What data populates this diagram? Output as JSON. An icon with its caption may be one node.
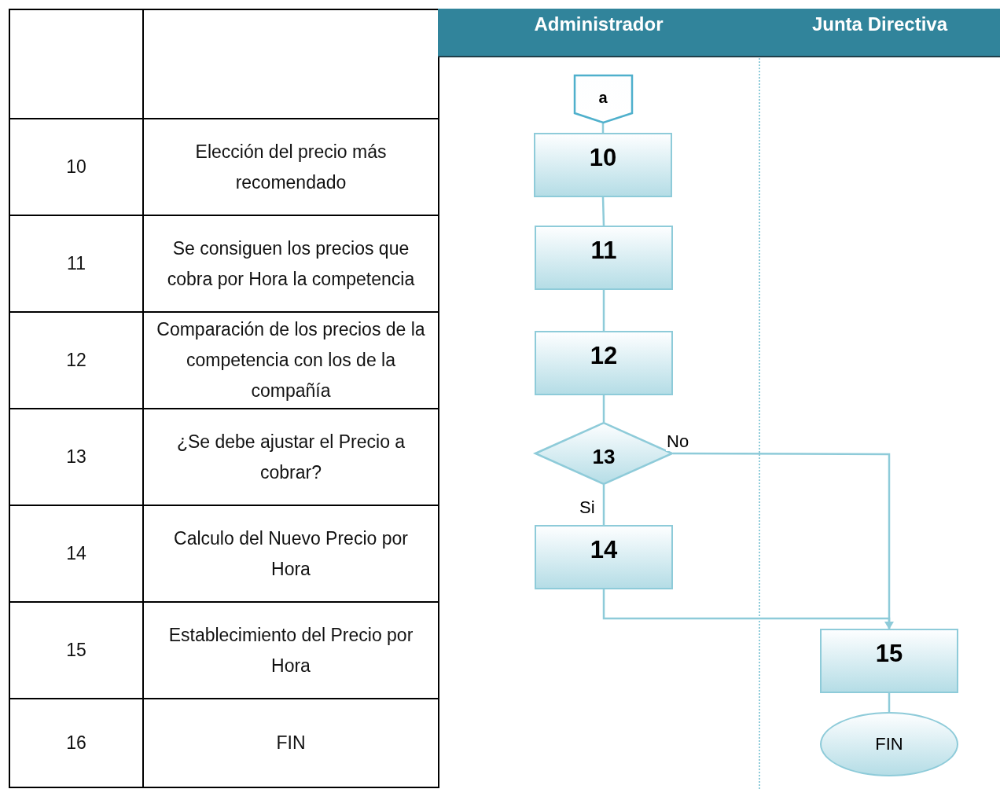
{
  "diagram": {
    "nodes": [
      {
        "text": [
          "Administrador"
        ]
      },
      {
        "text": [
          "Junta Directiva"
        ]
      },
      {
        "text": [
          "a"
        ]
      },
      {
        "text": [
          "10"
        ]
      },
      {
        "text": [
          "11"
        ]
      },
      {
        "text": [
          "12"
        ]
      },
      {
        "text": [
          "13"
        ]
      },
      {
        "text": [
          "14"
        ]
      },
      {
        "text": [
          "15"
        ]
      },
      {
        "text": [
          "FIN"
        ]
      }
    ],
    "edges": [
      {
        "from": 2,
        "to": 3,
        "arrow": "none"
      },
      {
        "from": 3,
        "to": 4,
        "arrow": "none"
      },
      {
        "from": 4,
        "to": 5,
        "arrow": "none"
      },
      {
        "from": 5,
        "to": 6,
        "arrow": "none"
      },
      {
        "from": 6,
        "to": 7,
        "arrow": "none",
        "label": "Si"
      },
      {
        "from": 6,
        "to": 8,
        "arrow": "to",
        "label": "No"
      },
      {
        "from": 7,
        "to": 8,
        "arrow": "none"
      },
      {
        "from": 8,
        "to": 9,
        "arrow": "none"
      }
    ],
    "labels": [
      "10",
      "Elección del precio más recomendado",
      "11",
      "Se consiguen los precios que cobra por Hora la competencia",
      "12",
      "Comparación de los precios de la competencia con los de la compañía",
      "13",
      "¿Se debe ajustar el Precio a cobrar?",
      "14",
      "Calculo del Nuevo Precio por Hora",
      "15",
      "Establecimiento del Precio por Hora",
      "16",
      "FIN"
    ]
  }
}
